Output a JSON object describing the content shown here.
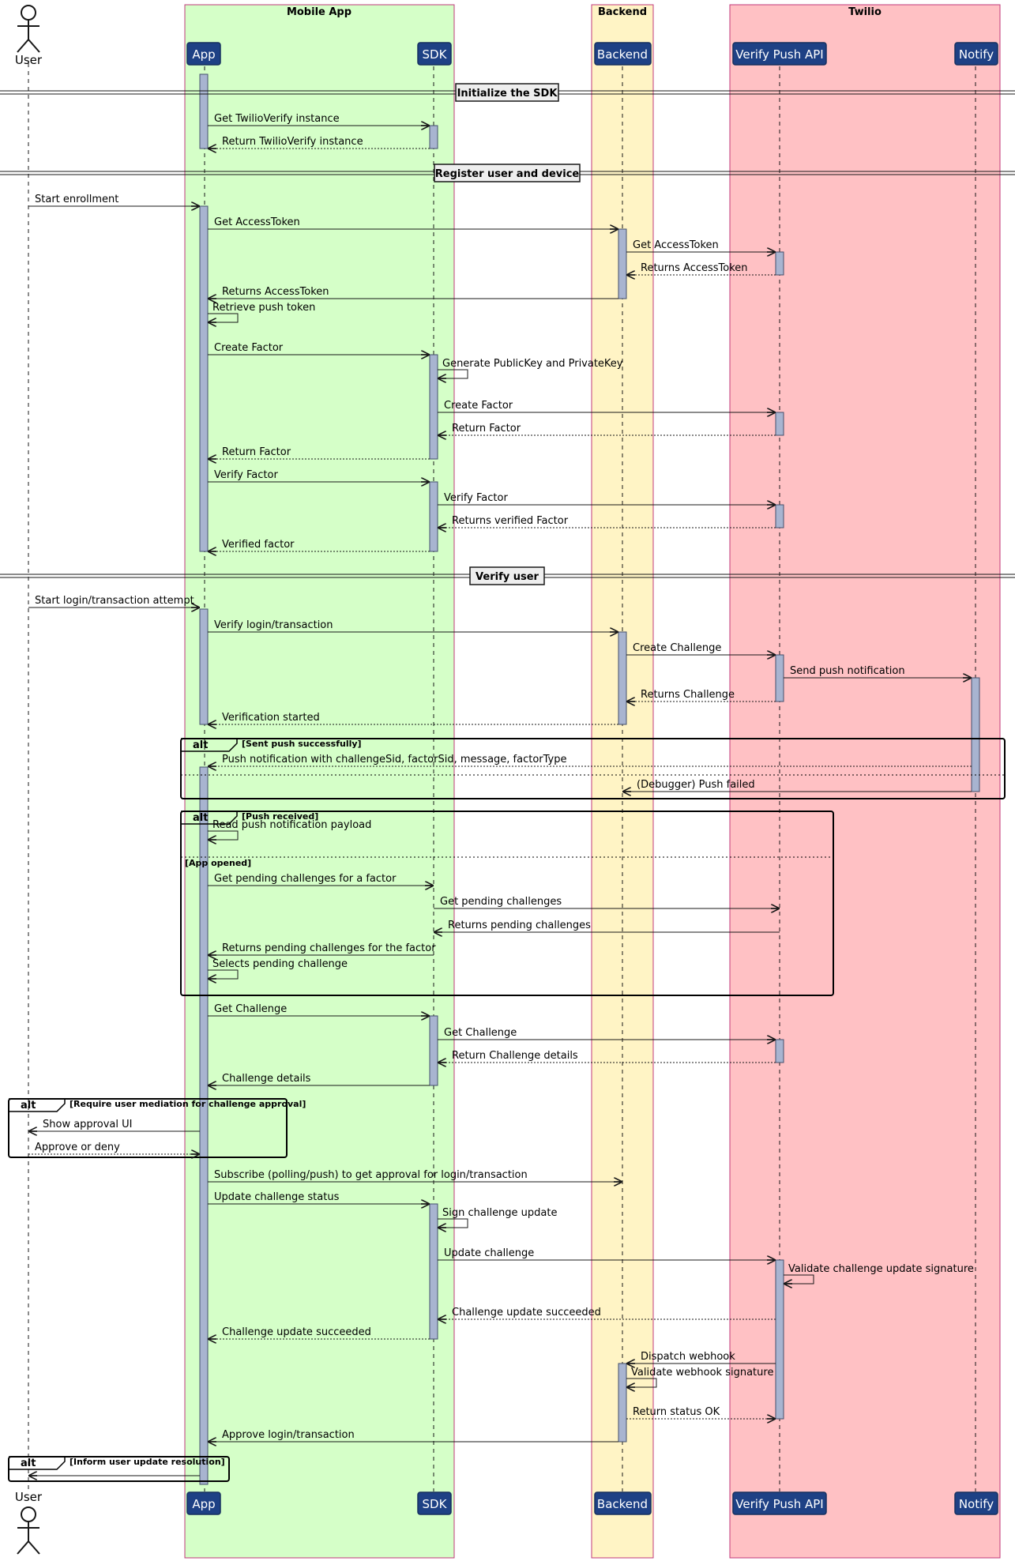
{
  "boxes": [
    {
      "id": "mobile",
      "title": "Mobile App",
      "fill": "#d5ffc8",
      "stroke": "#c0397a"
    },
    {
      "id": "backend",
      "title": "Backend",
      "fill": "#fff4c5",
      "stroke": "#c0397a"
    },
    {
      "id": "twilio",
      "title": "Twilio",
      "fill": "#ffc1c4",
      "stroke": "#c0397a"
    }
  ],
  "participants": {
    "user": "User",
    "app": "App",
    "sdk": "SDK",
    "backend": "Backend",
    "verify": "Verify Push API",
    "notify": "Notify"
  },
  "sections": {
    "init": "Initialize the SDK",
    "register": "Register user and device",
    "verify": "Verify user"
  },
  "alts": [
    {
      "keyword": "alt",
      "condition": "[Sent push successfully]"
    },
    {
      "keyword": "alt",
      "condition": "[Push received]",
      "else_condition": "[App opened]"
    },
    {
      "keyword": "alt",
      "condition": "[Require user mediation for challenge approval]"
    },
    {
      "keyword": "alt",
      "condition": "[Inform user update resolution]"
    }
  ],
  "messages": [
    {
      "from": "app",
      "to": "sdk",
      "text": "Get TwilioVerify instance",
      "dashed": false
    },
    {
      "from": "sdk",
      "to": "app",
      "text": "Return TwilioVerify instance",
      "dashed": true
    },
    {
      "from": "user",
      "to": "app",
      "text": "Start enrollment",
      "dashed": false
    },
    {
      "from": "app",
      "to": "backend",
      "text": "Get AccessToken",
      "dashed": false
    },
    {
      "from": "backend",
      "to": "verify",
      "text": "Get AccessToken",
      "dashed": false
    },
    {
      "from": "verify",
      "to": "backend",
      "text": "Returns AccessToken",
      "dashed": true
    },
    {
      "from": "backend",
      "to": "app",
      "text": "Returns AccessToken",
      "dashed": false
    },
    {
      "from": "app",
      "to": "app",
      "text": "Retrieve push token",
      "dashed": false
    },
    {
      "from": "app",
      "to": "sdk",
      "text": "Create Factor",
      "dashed": false
    },
    {
      "from": "sdk",
      "to": "sdk",
      "text": "Generate PublicKey and PrivateKey",
      "dashed": false
    },
    {
      "from": "sdk",
      "to": "verify",
      "text": "Create Factor",
      "dashed": false
    },
    {
      "from": "verify",
      "to": "sdk",
      "text": "Return Factor",
      "dashed": true
    },
    {
      "from": "sdk",
      "to": "app",
      "text": "Return Factor",
      "dashed": true
    },
    {
      "from": "app",
      "to": "sdk",
      "text": "Verify Factor",
      "dashed": false
    },
    {
      "from": "sdk",
      "to": "verify",
      "text": "Verify Factor",
      "dashed": false
    },
    {
      "from": "verify",
      "to": "sdk",
      "text": "Returns verified Factor",
      "dashed": true
    },
    {
      "from": "sdk",
      "to": "app",
      "text": "Verified factor",
      "dashed": true
    },
    {
      "from": "user",
      "to": "app",
      "text": "Start login/transaction attempt",
      "dashed": false
    },
    {
      "from": "app",
      "to": "backend",
      "text": "Verify login/transaction",
      "dashed": false
    },
    {
      "from": "backend",
      "to": "verify",
      "text": "Create Challenge",
      "dashed": false
    },
    {
      "from": "verify",
      "to": "notify",
      "text": "Send push notification",
      "dashed": false
    },
    {
      "from": "verify",
      "to": "backend",
      "text": "Returns Challenge",
      "dashed": true
    },
    {
      "from": "backend",
      "to": "app",
      "text": "Verification started",
      "dashed": true
    },
    {
      "from": "notify",
      "to": "app",
      "text": "Push notification with challengeSid, factorSid, message, factorType",
      "dashed": true
    },
    {
      "from": "notify",
      "to": "backend",
      "text": "(Debugger) Push failed",
      "dashed": false
    },
    {
      "from": "app",
      "to": "app",
      "text": "Read push notification payload",
      "dashed": false
    },
    {
      "from": "app",
      "to": "sdk",
      "text": "Get pending challenges for a factor",
      "dashed": false
    },
    {
      "from": "sdk",
      "to": "verify",
      "text": "Get pending challenges",
      "dashed": false
    },
    {
      "from": "verify",
      "to": "sdk",
      "text": "Returns pending challenges",
      "dashed": false
    },
    {
      "from": "sdk",
      "to": "app",
      "text": "Returns pending challenges for the factor",
      "dashed": false
    },
    {
      "from": "app",
      "to": "app",
      "text": "Selects pending challenge",
      "dashed": false
    },
    {
      "from": "app",
      "to": "sdk",
      "text": "Get Challenge",
      "dashed": false
    },
    {
      "from": "sdk",
      "to": "verify",
      "text": "Get Challenge",
      "dashed": false
    },
    {
      "from": "verify",
      "to": "sdk",
      "text": "Return Challenge details",
      "dashed": true
    },
    {
      "from": "sdk",
      "to": "app",
      "text": "Challenge details",
      "dashed": false
    },
    {
      "from": "app",
      "to": "user",
      "text": "Show approval UI",
      "dashed": false
    },
    {
      "from": "user",
      "to": "app",
      "text": "Approve or deny",
      "dashed": true
    },
    {
      "from": "app",
      "to": "backend",
      "text": "Subscribe (polling/push) to get approval for login/transaction",
      "dashed": false
    },
    {
      "from": "app",
      "to": "sdk",
      "text": "Update challenge status",
      "dashed": false
    },
    {
      "from": "sdk",
      "to": "sdk",
      "text": "Sign challenge update",
      "dashed": false
    },
    {
      "from": "sdk",
      "to": "verify",
      "text": "Update challenge",
      "dashed": false
    },
    {
      "from": "verify",
      "to": "verify",
      "text": "Validate challenge update signature",
      "dashed": false
    },
    {
      "from": "verify",
      "to": "sdk",
      "text": "Challenge update succeeded",
      "dashed": true
    },
    {
      "from": "sdk",
      "to": "app",
      "text": "Challenge update succeeded",
      "dashed": true
    },
    {
      "from": "verify",
      "to": "backend",
      "text": "Dispatch webhook",
      "dashed": false
    },
    {
      "from": "backend",
      "to": "backend",
      "text": "Validate webhook signature",
      "dashed": false
    },
    {
      "from": "backend",
      "to": "verify",
      "text": "Return status OK",
      "dashed": true
    },
    {
      "from": "backend",
      "to": "app",
      "text": "Approve login/transaction",
      "dashed": false
    },
    {
      "from": "app",
      "to": "user",
      "text": "",
      "dashed": false
    }
  ],
  "colors": {
    "participant_fill": "#1e4185",
    "participant_stroke": "#16305f",
    "activation_fill": "#a8b4d0",
    "activation_stroke": "#44506b"
  }
}
